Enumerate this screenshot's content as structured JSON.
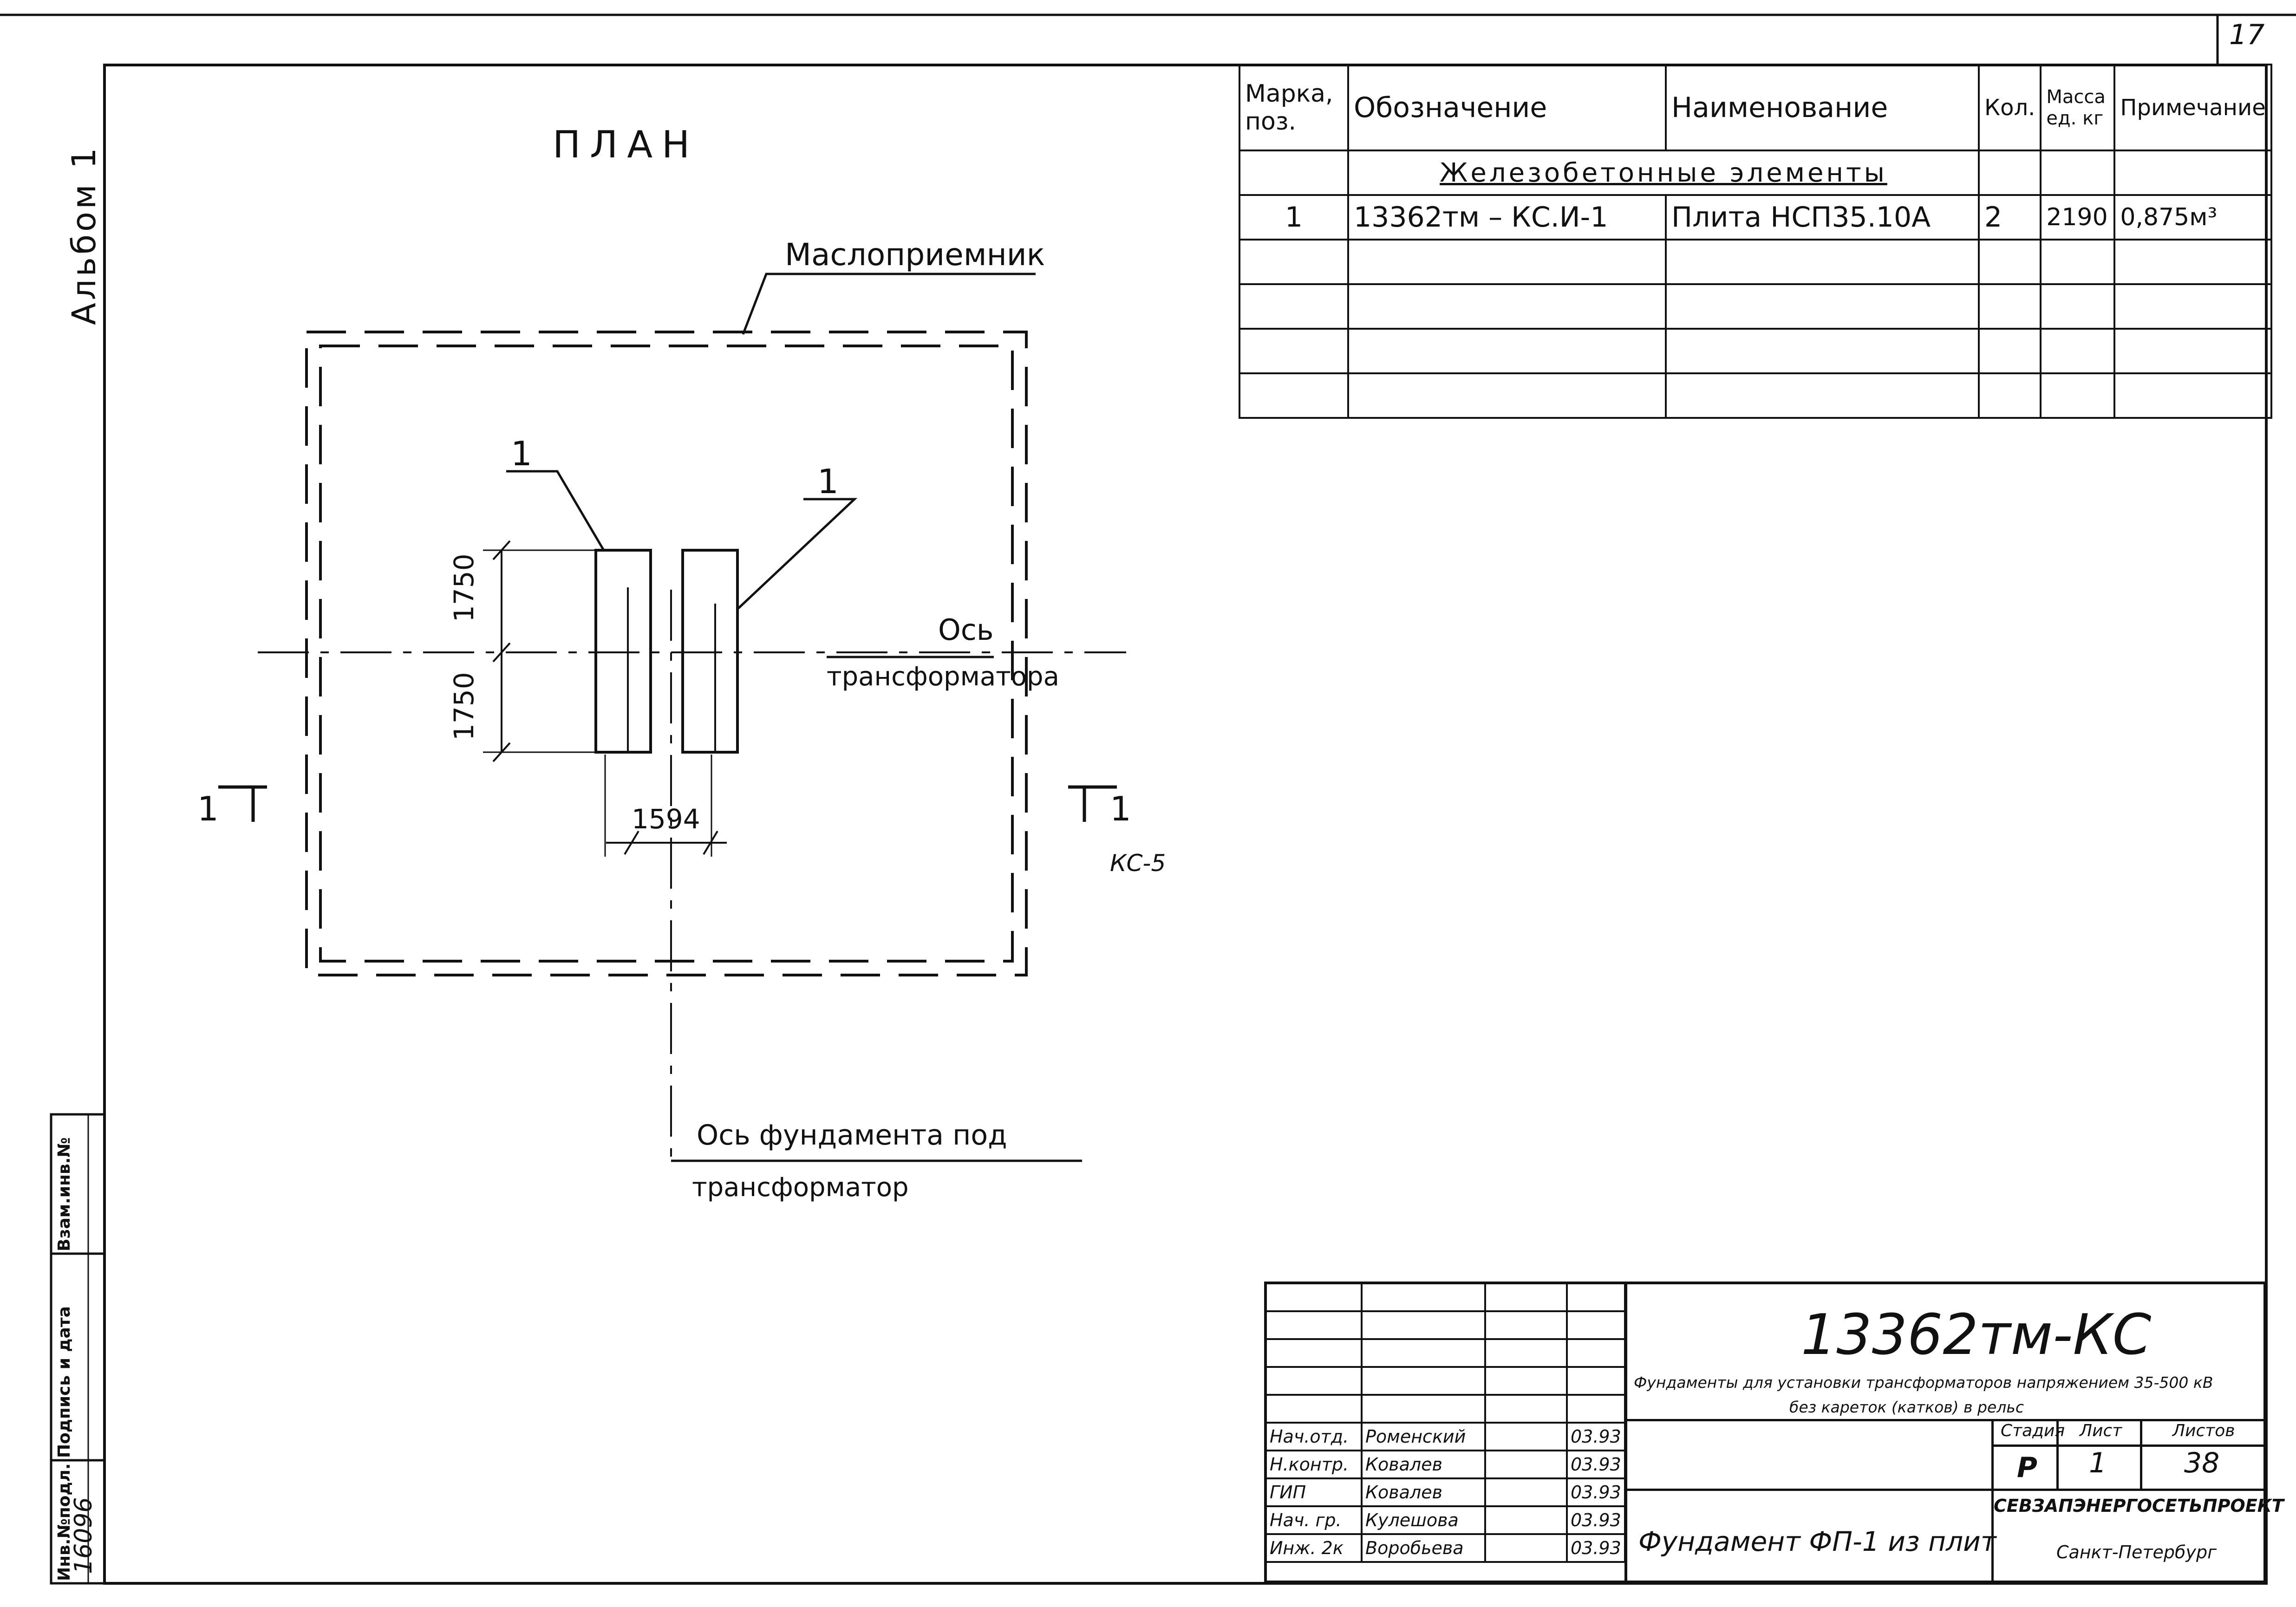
{
  "sheet_number": "17",
  "album": "Альбом 1",
  "plan_title": "ПЛАН",
  "labels": {
    "oil_receiver": "Маслоприемник",
    "pos_left": "1",
    "pos_right": "1",
    "dim_top": "1750",
    "dim_bottom": "1750",
    "dim_width": "1594",
    "axis_transformer_1": "Ось",
    "axis_transformer_2": "трансформатора",
    "section_left": "1",
    "section_right": "1",
    "section_ref": "КС-5",
    "axis_foundation_1": "Ось фундамента под",
    "axis_foundation_2": "трансформатор"
  },
  "spec_table": {
    "headers": [
      "Марка, поз.",
      "Обозначение",
      "Наименование",
      "Кол.",
      "Масса ед. кг",
      "Примечание"
    ],
    "group_title": "Железобетонные элементы",
    "rows": [
      [
        "1",
        "13362тм – КС.И-1",
        "Плита НСП35.10А",
        "2",
        "2190",
        "0,875м³"
      ]
    ]
  },
  "left_stamp": {
    "fields": [
      "Взам.инв.№",
      "Подпись и дата",
      "Инв.№подл."
    ],
    "inv_value": "16096"
  },
  "title_block": {
    "doc_code": "13362тм-КС",
    "description_1": "Фундаменты для установки трансформаторов напряжением 35-500 кВ",
    "description_2": "без кареток (катков) в рельс",
    "signers": [
      {
        "role": "Нач.отд.",
        "name": "Роменский",
        "date": "03.93"
      },
      {
        "role": "Н.контр.",
        "name": "Ковалев",
        "date": "03.93"
      },
      {
        "role": "ГИП",
        "name": "Ковалев",
        "date": "03.93"
      },
      {
        "role": "Нач. гр.",
        "name": "Кулешова",
        "date": "03.93"
      },
      {
        "role": "Инж. 2к",
        "name": "Воробьева",
        "date": "03.93"
      }
    ],
    "stage_label": "Стадия",
    "sheet_label": "Лист",
    "sheets_label": "Листов",
    "stage": "Р",
    "sheet": "1",
    "sheets": "38",
    "drawing_title": "Фундамент ФП-1 из плит",
    "org": "СЕВЗАПЭНЕРГОСЕТЬПРОЕКТ",
    "city": "Санкт-Петербург"
  }
}
